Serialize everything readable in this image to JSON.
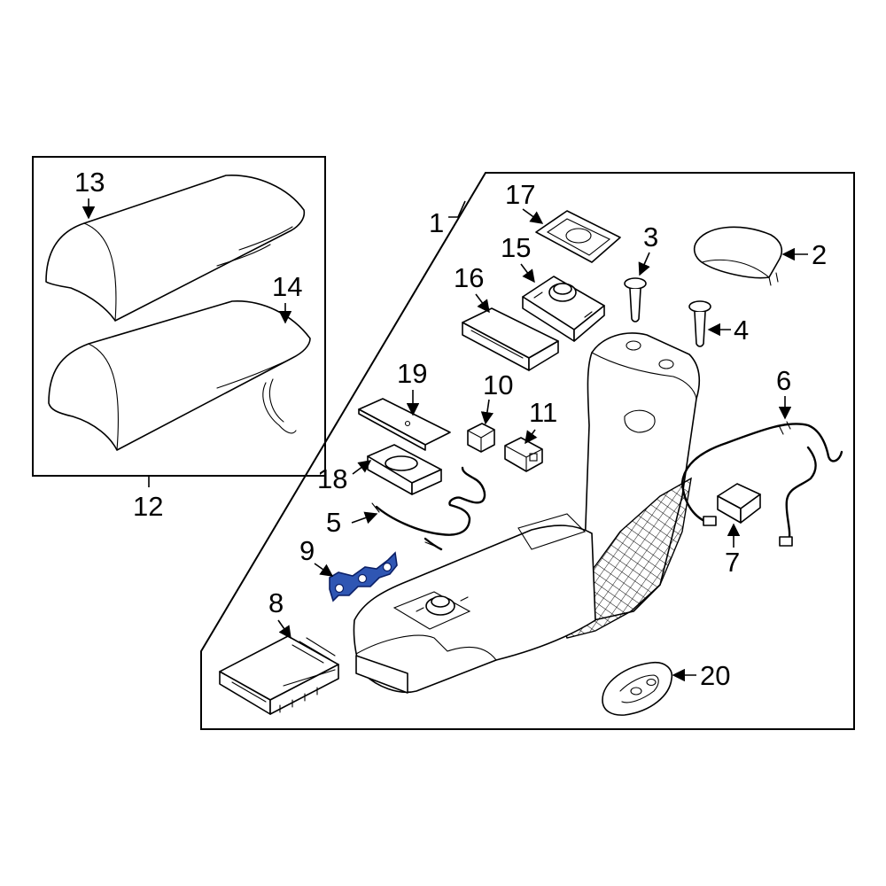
{
  "callouts": {
    "c1": "1",
    "c2": "2",
    "c3": "3",
    "c4": "4",
    "c5": "5",
    "c6": "6",
    "c7": "7",
    "c8": "8",
    "c9": "9",
    "c10": "10",
    "c11": "11",
    "c12": "12",
    "c13": "13",
    "c14": "14",
    "c15": "15",
    "c16": "16",
    "c17": "17",
    "c18": "18",
    "c19": "19",
    "c20": "20"
  },
  "highlighted_part": "9",
  "colors": {
    "line": "#000000",
    "background": "#ffffff",
    "highlight_fill": "#2f56b3",
    "highlight_stroke": "#0b1f66"
  }
}
